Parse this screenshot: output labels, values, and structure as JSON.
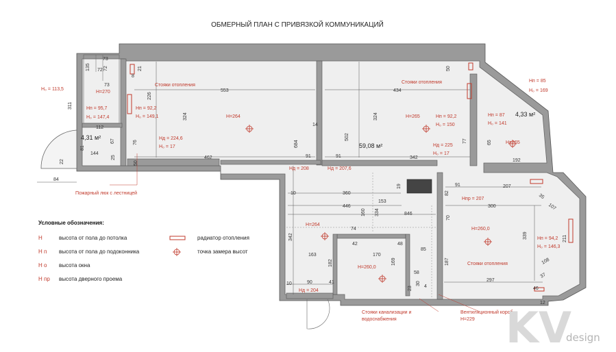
{
  "title": "ОБМЕРНЫЙ ПЛАН С ПРИВЯЗКОЙ КОММУНИКАЦИЙ",
  "areas": {
    "main": "59,08 м²",
    "balcony_left": "4,31 м²",
    "loggia_right": "4,33 м²"
  },
  "red_labels": {
    "ho_1135": "Н₀ = 113,5",
    "h_270": "Н=270",
    "hp_957": "Нп = 95,7",
    "ho_1474": "Н₀ = 147,4",
    "radiators_1": "Стояки отопления",
    "hp_922": "Нп = 92,2",
    "ho_1491": "Н₀ = 149,1",
    "h_264_a": "Н=264",
    "hd_2246": "Нд = 224,6",
    "ho_17_a": "Н₀ = 17",
    "hd_208": "Нд = 208",
    "hd_2076": "Нд = 207,6",
    "radiators_2": "Стояки отопления",
    "h_265_a": "Н=265",
    "hp_922b": "Нп = 92,2",
    "ho_150": "Н₀ = 150",
    "hd_225": "Нд = 225",
    "ho_17_b": "Н₀ = 17",
    "hp_87": "Нп = 87",
    "ho_141": "Н₀ = 141",
    "h_265_b": "Н=265",
    "hp_85": "Нп = 85",
    "ho_169": "Н₀ = 169",
    "hpr_207": "Нпр = 207",
    "h_2600_a": "Н=260,0",
    "hp_942": "Нп = 94,2",
    "ho_1463": "Н₀ = 146,3",
    "radiators_3": "Стояки отопления",
    "h_264_b": "Н=264",
    "h_2600_b": "Н=260,0",
    "hd_204": "Нд = 204",
    "fire_hatch": "Пожарный люк с лестницей",
    "sewer_1": "Стояки канализации и",
    "sewer_2": "водоснабжения",
    "vent_1": "Вентиляционный короб.",
    "vent_2": "Н=229"
  },
  "dims": {
    "d311": "311",
    "d135": "135",
    "d73a": "73",
    "d72a": "72",
    "d72b": "72",
    "d73b": "73",
    "d112": "112",
    "d81": "81",
    "d67": "67",
    "d144": "144",
    "d22": "22",
    "d25": "25",
    "d84": "84",
    "d21": "21",
    "d8a": "8",
    "d226": "226",
    "d553": "553",
    "d324a": "324",
    "d76": "76",
    "d50a": "50",
    "d462": "462",
    "d684": "684",
    "d91a": "91",
    "d14": "14",
    "d502": "502",
    "d50b": "50",
    "d434": "434",
    "d324b": "324",
    "d91b": "91",
    "d342a": "342",
    "d77": "77",
    "d65": "65",
    "d192": "192",
    "d360": "360",
    "d446": "446",
    "d153": "153",
    "d160": "160",
    "d334": "334",
    "d846": "846",
    "d10a": "10",
    "d74": "74",
    "d19": "19",
    "d82": "82",
    "d91c": "91",
    "d207": "207",
    "d300": "300",
    "d35": "35",
    "d107": "107",
    "d70": "70",
    "d211": "211",
    "d339": "339",
    "d342b": "342",
    "d42": "42",
    "d48": "48",
    "d170": "170",
    "d163": "163",
    "d182": "182",
    "d169": "169",
    "d85": "85",
    "d187": "187",
    "d108": "108",
    "d58": "58",
    "d37": "37",
    "d10b": "10",
    "d90": "90",
    "d41": "41",
    "d297": "297",
    "d23": "23",
    "d4": "4",
    "d46": "46",
    "d12": "12",
    "d30": "30"
  },
  "legend": {
    "heading": "Условные обозначения:",
    "items": [
      {
        "sym": "Н",
        "text": "высота от пола до потолка"
      },
      {
        "sym": "Н п",
        "text": "высота от пола до подоконника"
      },
      {
        "sym": "Н о",
        "text": "высота окна"
      },
      {
        "sym": "Н пр",
        "text": "высота дверного проема"
      }
    ],
    "radiator": "радиатор отопления",
    "point": "точка замера высот"
  },
  "logo": {
    "mark": "KV",
    "sub": "design"
  }
}
